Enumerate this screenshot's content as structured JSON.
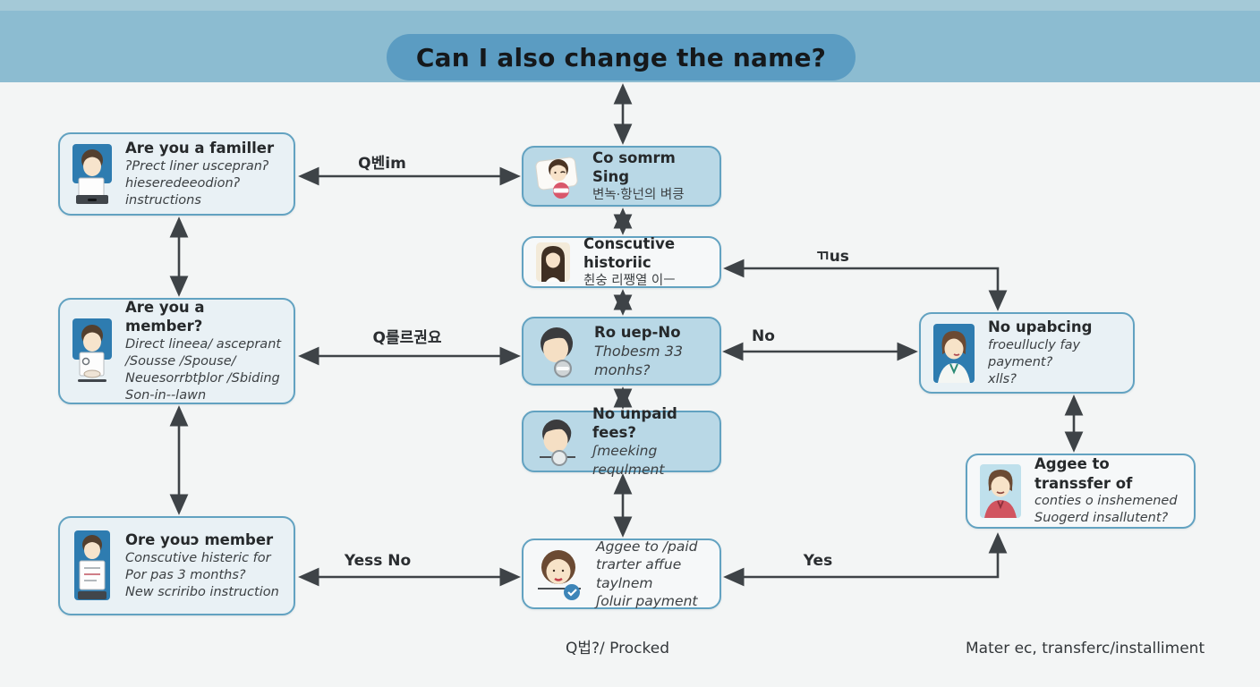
{
  "header": {
    "title": "Can I also change the name?"
  },
  "nodes": {
    "left1": {
      "title": "Are you a familler",
      "lines": [
        "ʔΡrect liner uscepranʔ",
        "hieseredeeodionʔ",
        "instructions"
      ]
    },
    "left2": {
      "title": "Are you a member?",
      "lines": [
        "Direct lineea/ asceprant",
        "/Sousse /Spouse/",
        "Neuesorrbtþlor /Sbiding",
        "Son-in--lawn"
      ]
    },
    "left3": {
      "title": "Ore youɔ member",
      "lines": [
        "Conscutive histeric for",
        "Por pas 3 months?",
        "New scriribo instruction"
      ]
    },
    "center1": {
      "title": "Co somrm Sing",
      "lines": [
        "변녹·항넌의 벼킁"
      ]
    },
    "center2": {
      "title": "Conscutive historiic",
      "lines": [
        "췬숭 리쨍열 이ㅡ"
      ]
    },
    "center3": {
      "title": "Ro uep-No",
      "lines": [
        "Thobesm 33 monhs?"
      ]
    },
    "center4": {
      "title": "No unpaid fees?",
      "lines": [
        "ʃmeeking requlment"
      ]
    },
    "center5": {
      "lines": [
        "Aggee to /paid",
        "trarter affue taylnem",
        "ʃoluir payment"
      ]
    },
    "right1": {
      "title": "No upabcing",
      "lines": [
        "froeullucly fay payment?",
        "xlls?"
      ]
    },
    "right2": {
      "title": "Aggee to transsfer of",
      "lines": [
        "conties o inshemened",
        "Suogerd insallutent?"
      ]
    }
  },
  "edge_labels": {
    "row1": "Q벤im",
    "row2": "Q를르권요",
    "row3": "Yess No",
    "no": "No",
    "tus": "ㄲus",
    "yes": "Yes"
  },
  "footer": {
    "center": "Q법?/ Procked",
    "right": "Mater ec, transferc/installiment"
  },
  "colors": {
    "page_bg": "#f3f5f5",
    "band_top": "#a4c9d7",
    "band": "#8cbcd1",
    "pill": "#5b9cc2",
    "box_border": "#62a2c1",
    "box_fill_pale": "#e9f1f5",
    "box_fill_blue": "#b9d8e6",
    "box_fill_white": "#f6f8f9",
    "arrow": "#3e4347",
    "text_dark": "#26292b",
    "text_italic": "#3c4043"
  }
}
